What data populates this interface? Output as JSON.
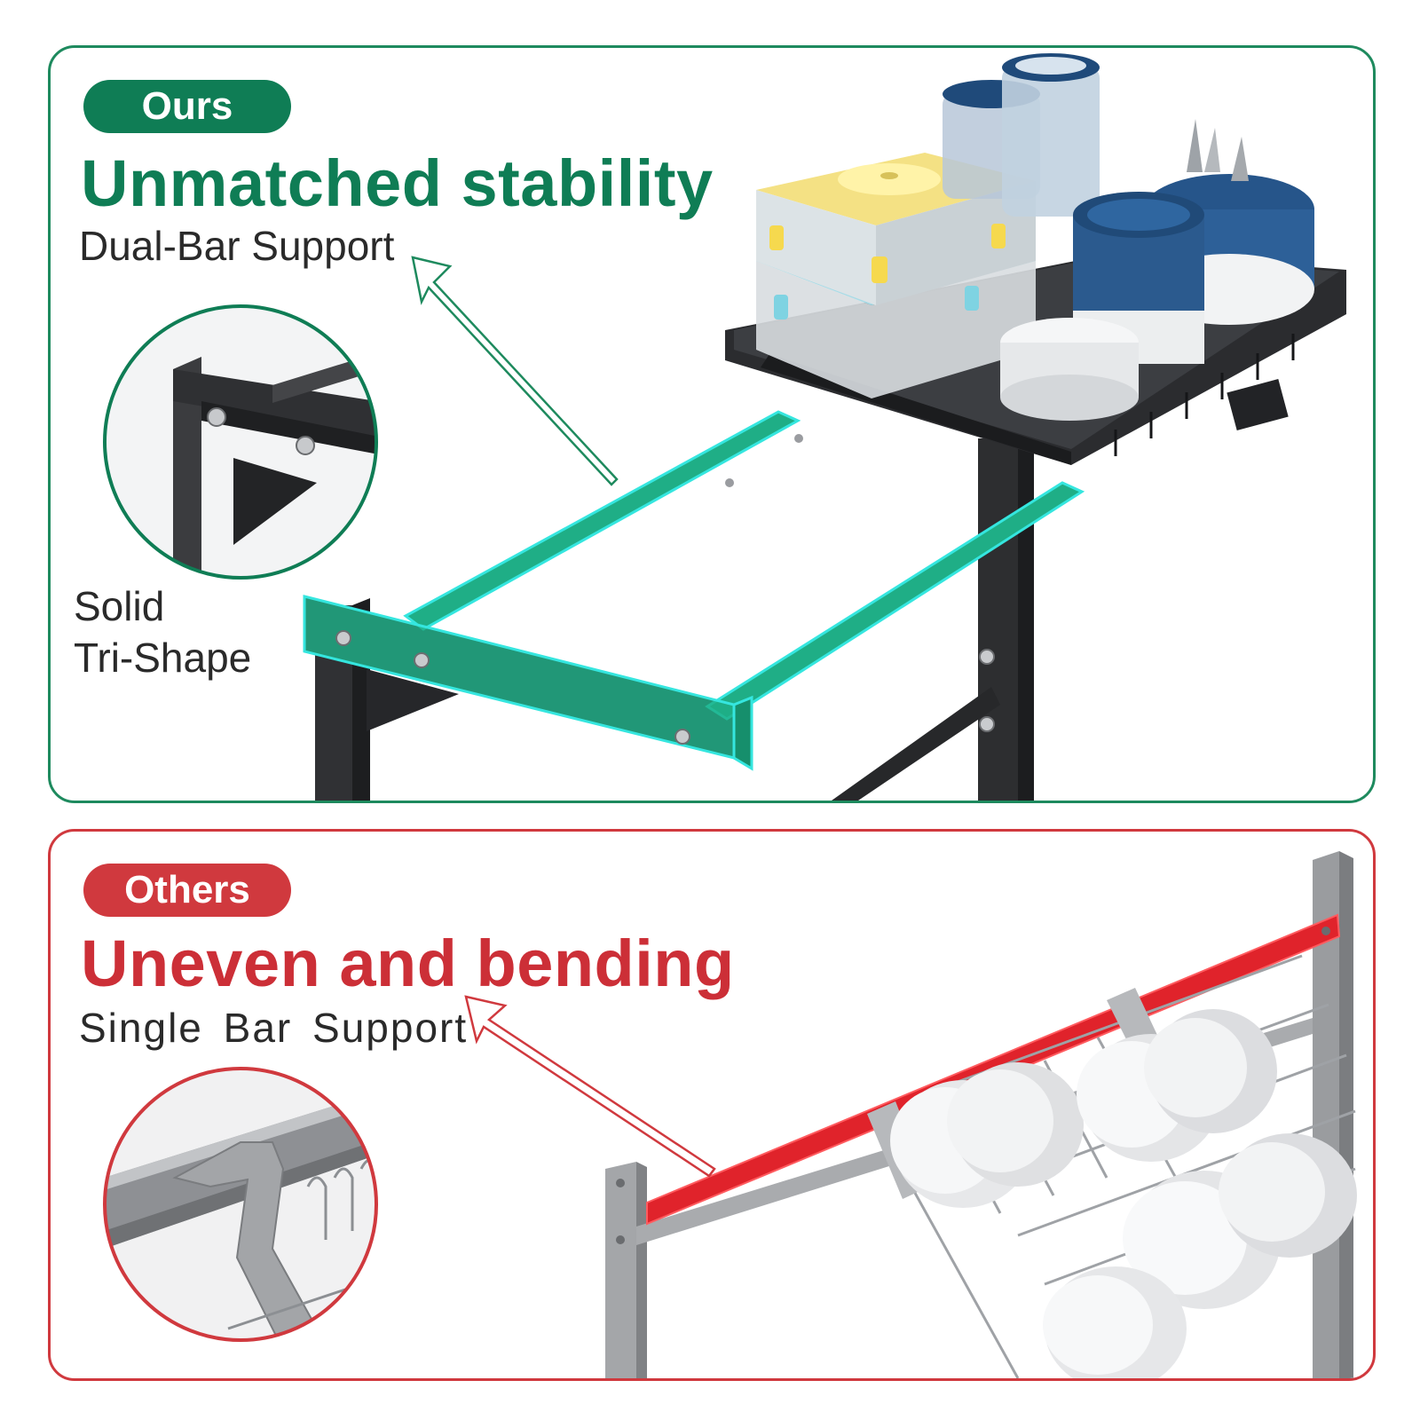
{
  "ours": {
    "badge": "Ours",
    "headline": "Unmatched stability",
    "subhead": "Dual-Bar Support",
    "note_line1": "Solid",
    "note_line2": "Tri-Shape",
    "accent_color": "#0f7d55",
    "highlight_color": "#1fae86"
  },
  "others": {
    "badge": "Others",
    "headline": "Uneven and bending",
    "subhead": "Single Bar Support",
    "accent_color": "#d0393e",
    "highlight_color": "#e0232b"
  },
  "icons": {
    "ours_detail": "tri-shape-bracket-closeup-icon",
    "others_detail": "bent-hook-closeup-icon",
    "ours_product": "dual-bar-rack-with-containers-icon",
    "others_product": "single-bar-rack-with-bowls-icon",
    "pointer": "outline-arrow-icon"
  }
}
